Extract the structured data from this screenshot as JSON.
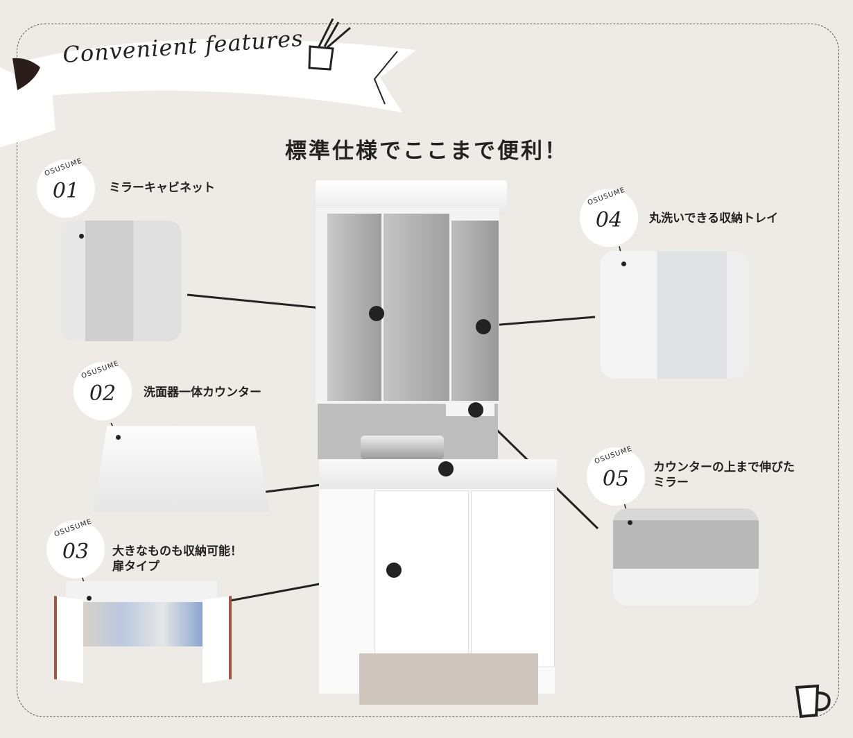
{
  "banner": {
    "title": "Convenient features"
  },
  "headline": "標準仕様でここまで便利！",
  "features": [
    {
      "badge_top": "OSUSUME",
      "number": "01",
      "label": "ミラーキャビネット"
    },
    {
      "badge_top": "OSUSUME",
      "number": "02",
      "label": "洗面器一体カウンター"
    },
    {
      "badge_top": "OSUSUME",
      "number": "03",
      "label_line1": "大きなものも収納可能！",
      "label_line2": "扉タイプ"
    },
    {
      "badge_top": "OSUSUME",
      "number": "04",
      "label": "丸洗いできる収納トレイ"
    },
    {
      "badge_top": "OSUSUME",
      "number": "05",
      "label_line1": "カウンターの上まで伸びた",
      "label_line2": "ミラー"
    }
  ]
}
